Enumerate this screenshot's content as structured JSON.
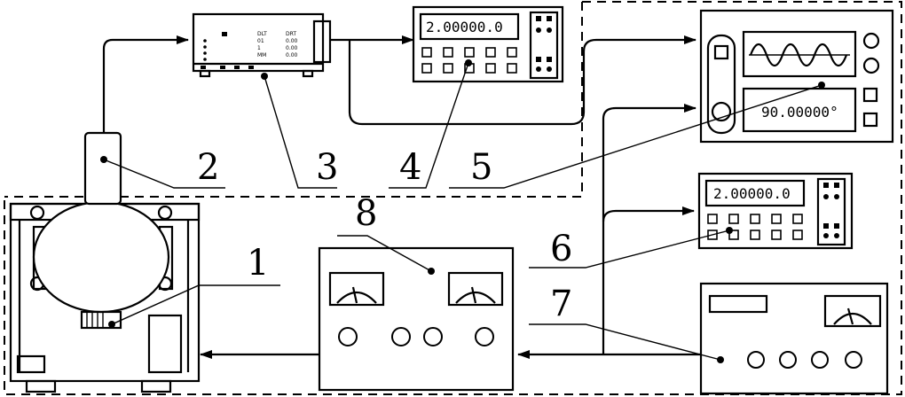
{
  "labels": {
    "n1": "1",
    "n2": "2",
    "n3": "3",
    "n4": "4",
    "n5": "5",
    "n6": "6",
    "n7": "7",
    "n8": "8"
  },
  "displays": {
    "meter_top": "2.00000.0",
    "phase_meter": "90.00000°",
    "meter_right": "2.00000.0"
  },
  "small_text": {
    "line1": "DLT",
    "line2": "01",
    "line3": "1",
    "line4": "MM",
    "line5": "DRT",
    "line6": "0.00",
    "line7": "0.00",
    "line8": "0.00"
  }
}
